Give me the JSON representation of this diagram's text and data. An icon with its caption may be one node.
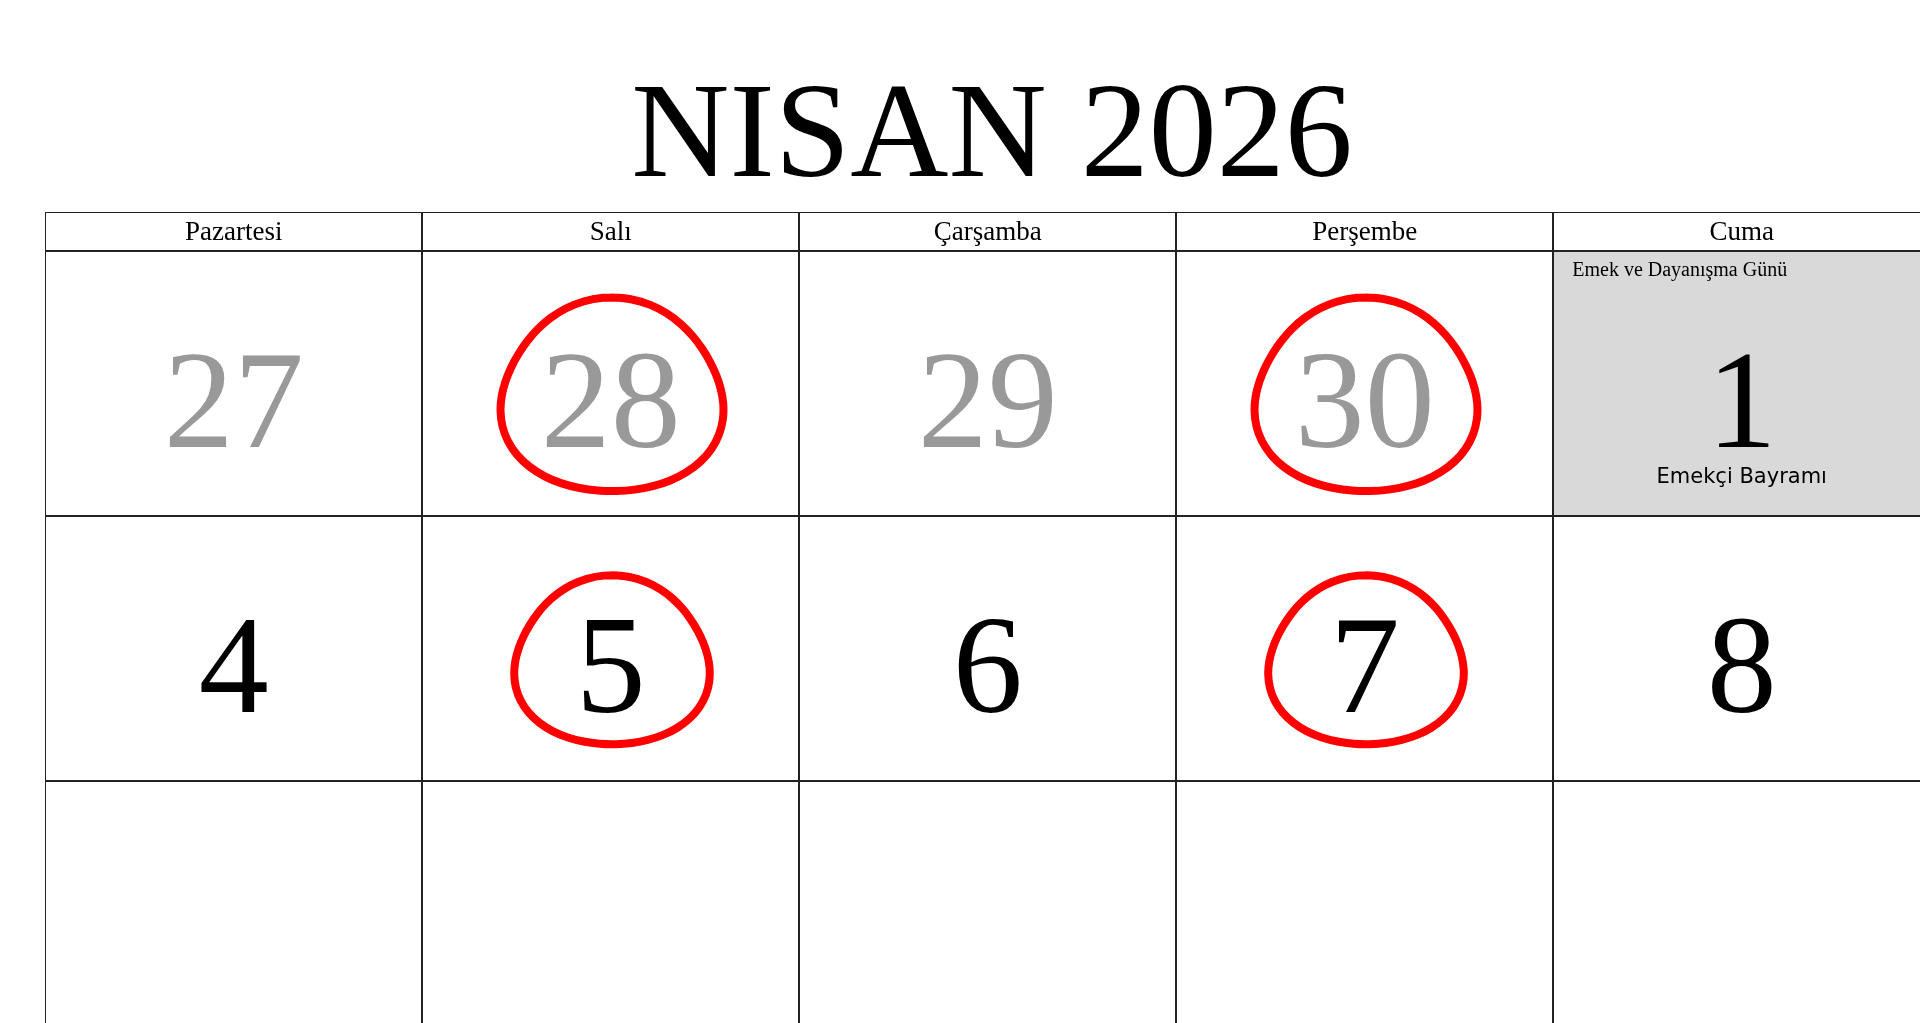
{
  "diagram": {
    "title": "NISAN 2026",
    "nodes": [
      {
        "text": [
          "Pazartesi"
        ]
      },
      {
        "text": [
          "Salı"
        ]
      },
      {
        "text": [
          "Çarşamba"
        ]
      },
      {
        "text": [
          "Perşembe"
        ]
      },
      {
        "text": [
          "Cuma"
        ]
      },
      {
        "text": [
          "27"
        ]
      },
      {
        "text": [
          "28"
        ]
      },
      {
        "text": [
          "29"
        ]
      },
      {
        "text": [
          "30"
        ]
      },
      {
        "text": [
          "Emek ve Dayanışma Günü",
          "1",
          "Emekçi Bayramı"
        ]
      },
      {
        "text": [
          "4"
        ]
      },
      {
        "text": [
          "5"
        ]
      },
      {
        "text": [
          "6"
        ]
      },
      {
        "text": [
          "7"
        ]
      },
      {
        "text": [
          "8"
        ]
      },
      {
        "text": [],
        "shape": "box"
      },
      {
        "text": [],
        "shape": "box"
      },
      {
        "text": [],
        "shape": "box"
      },
      {
        "text": [],
        "shape": "box"
      },
      {
        "text": [],
        "shape": "box"
      }
    ],
    "edges": []
  }
}
